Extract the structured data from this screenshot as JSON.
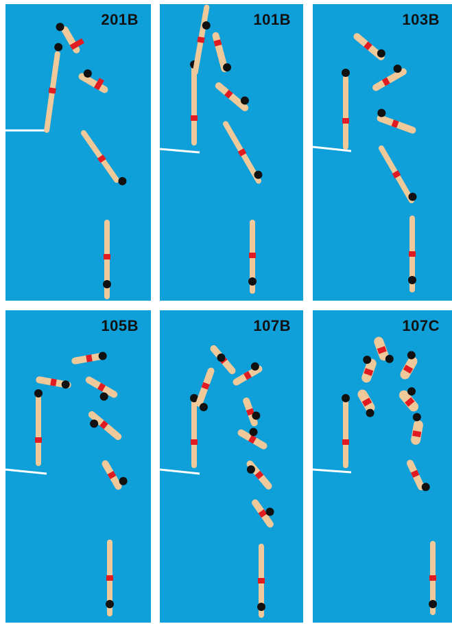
{
  "colors": {
    "water": "#0f9fd9",
    "board": "#ffffff",
    "skin": "#f0c99a",
    "trunks": "#e01b22",
    "hair": "#111111"
  },
  "panels": [
    {
      "code": "201B"
    },
    {
      "code": "101B"
    },
    {
      "code": "103B"
    },
    {
      "code": "105B"
    },
    {
      "code": "107B"
    },
    {
      "code": "107C"
    }
  ]
}
